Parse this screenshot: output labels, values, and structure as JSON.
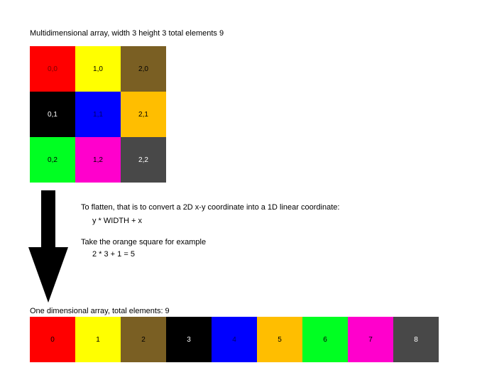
{
  "grid_title": "Multidimensional array, width 3 height 3 total elements 9",
  "grid": [
    {
      "label": "0,0",
      "color": "#ff0000",
      "text_color": "#7a0000"
    },
    {
      "label": "1,0",
      "color": "#ffff00",
      "text_color": "#000000"
    },
    {
      "label": "2,0",
      "color": "#7a5f23",
      "text_color": "#000000"
    },
    {
      "label": "0,1",
      "color": "#000000",
      "text_color": "#ffffff"
    },
    {
      "label": "1,1",
      "color": "#0000ff",
      "text_color": "#000066"
    },
    {
      "label": "2,1",
      "color": "#ffbe00",
      "text_color": "#000000"
    },
    {
      "label": "0,2",
      "color": "#00ff22",
      "text_color": "#000000"
    },
    {
      "label": "1,2",
      "color": "#ff00cc",
      "text_color": "#000000"
    },
    {
      "label": "2,2",
      "color": "#484848",
      "text_color": "#ffffff"
    }
  ],
  "explanation": {
    "intro": "To flatten, that is to convert a 2D x-y coordinate into a 1D linear coordinate:",
    "formula": "y * WIDTH + x",
    "example_label": "Take the orange square for example",
    "example_calc": "2 * 3 + 1 = 5"
  },
  "flat_title": "One dimensional array, total elements: 9",
  "flat": [
    {
      "label": "0",
      "color": "#ff0000",
      "text_color": "#000000"
    },
    {
      "label": "1",
      "color": "#ffff00",
      "text_color": "#000000"
    },
    {
      "label": "2",
      "color": "#7a5f23",
      "text_color": "#000000"
    },
    {
      "label": "3",
      "color": "#000000",
      "text_color": "#ffffff"
    },
    {
      "label": "4",
      "color": "#0000ff",
      "text_color": "#000066"
    },
    {
      "label": "5",
      "color": "#ffbe00",
      "text_color": "#000000"
    },
    {
      "label": "6",
      "color": "#00ff22",
      "text_color": "#000000"
    },
    {
      "label": "7",
      "color": "#ff00cc",
      "text_color": "#000000"
    },
    {
      "label": "8",
      "color": "#484848",
      "text_color": "#ffffff"
    }
  ],
  "arrow_icon": "down-arrow-icon"
}
